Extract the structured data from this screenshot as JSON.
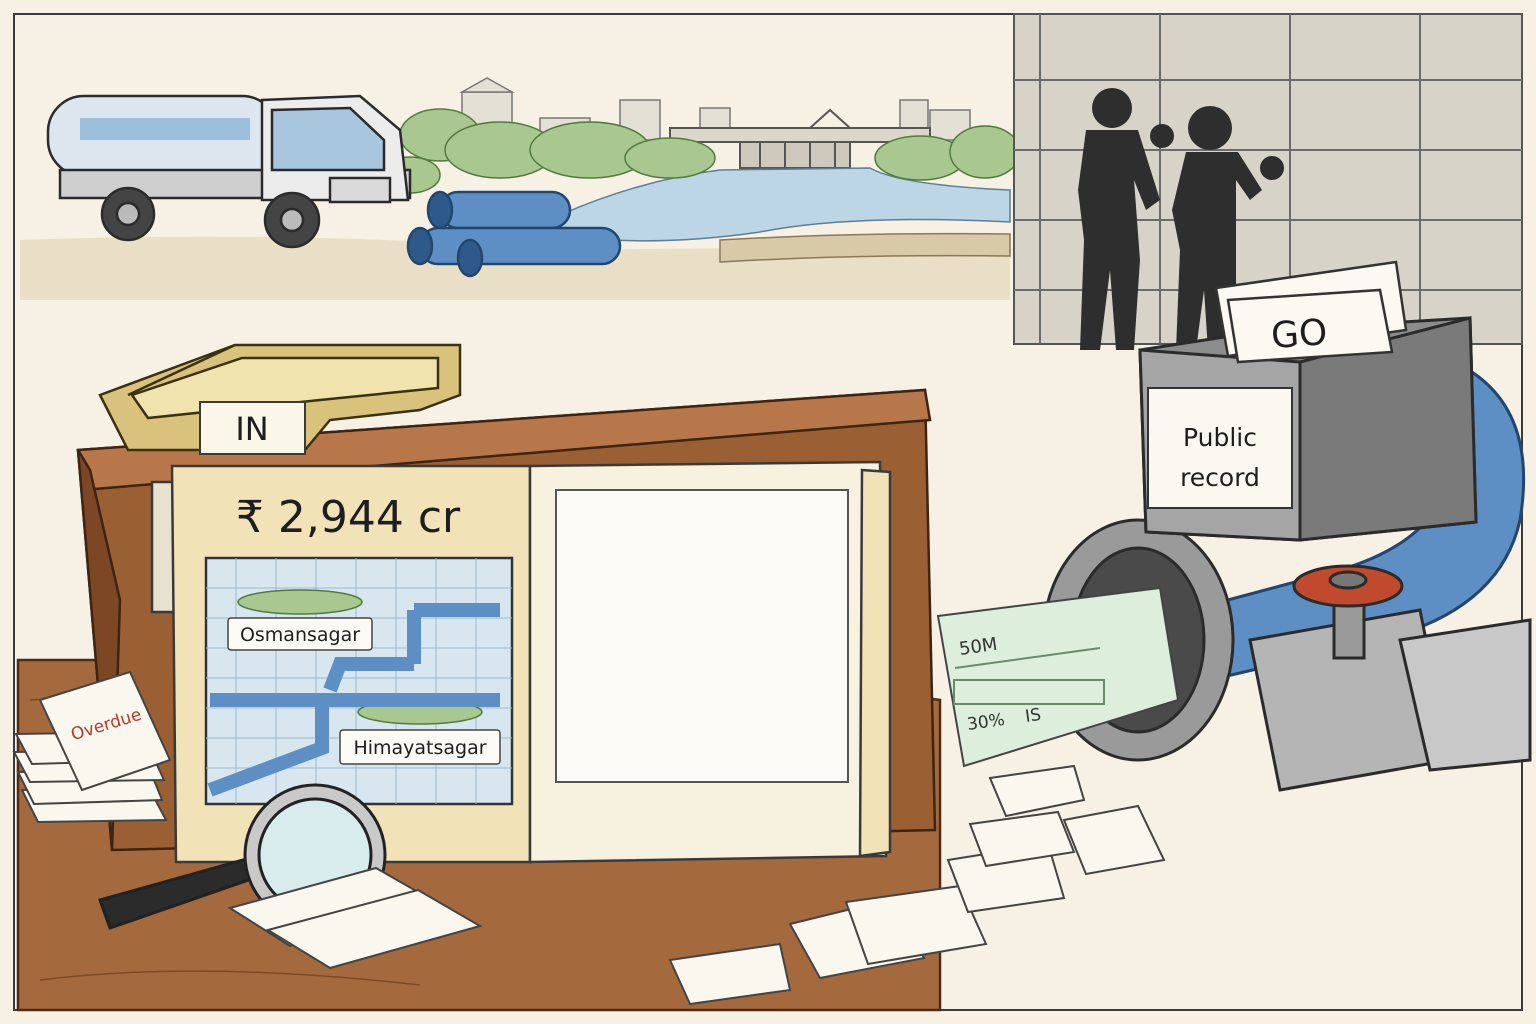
{
  "folder": {
    "amount": "₹ 2,944 cr",
    "map_labels": {
      "reservoir_1": "Osmansagar",
      "reservoir_2": "Himayatsagar"
    }
  },
  "tray": {
    "label": "IN"
  },
  "stamp": {
    "label": "Overdue"
  },
  "record_box": {
    "go_label": "GO",
    "label_line1": "Public",
    "label_line2": "record"
  },
  "cheque": {
    "line1": "50M",
    "line2_a": "30%",
    "line2_b": "IS"
  },
  "colors": {
    "paper": "#f6f1e4",
    "wood": "#9b5f34",
    "desk": "#a46a3d",
    "pipe_blue": "#5d8fc4",
    "folder": "#f2e2b8",
    "stamp_red": "#b83a2a",
    "box_grey": "#8c8c8c"
  }
}
